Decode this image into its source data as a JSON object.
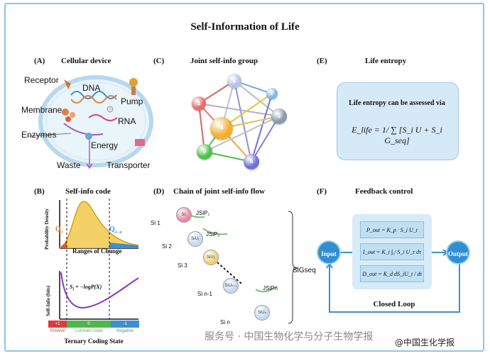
{
  "title": "Self-Information of Life",
  "panel_a": {
    "label": "(A)",
    "title": "Cellular device",
    "labels": {
      "receptor": "Receptor",
      "dna": "DNA",
      "pump": "Pump",
      "membrane": "Membrane",
      "rna": "RNA",
      "enzymes": "Enzymes",
      "energy": "Energy",
      "waste": "Waste",
      "transporter": "Transporter"
    }
  },
  "panel_b": {
    "label": "(B)",
    "title": "Self-info code",
    "ylabel_top": "Probability Density",
    "xlabel_top": "Ranges of Change",
    "q_left": "Q",
    "q_right": "Q",
    "q_left_sub": "1",
    "q_right_sub": "1−α",
    "ylabel_bottom": "Self-Info (bits)",
    "formula": "S",
    "formula_sub": "i",
    "formula_rest": " = −logP(X)",
    "states": {
      "positive_val": "+1",
      "positive": "Positive",
      "constant_val": "0",
      "constant": "Constant State",
      "negative_val": "-1",
      "negative": "Negative"
    },
    "footer": "Ternary Coding State"
  },
  "panel_c": {
    "label": "(C)",
    "title": "Joint self-info group",
    "nodes": [
      {
        "id": "2",
        "text": "2",
        "color": "#b9c3ea"
      },
      {
        "id": "1",
        "text": "1",
        "color": "#e86b6b"
      },
      {
        "id": "7",
        "text": "7",
        "color": "#7fb8e6"
      },
      {
        "id": "4",
        "text": "4",
        "color": "#f0b030"
      },
      {
        "id": "3",
        "text": "3",
        "color": "#8a9aa8"
      },
      {
        "id": "5",
        "text": "5",
        "color": "#4fc04a"
      },
      {
        "id": "6",
        "text": "6",
        "color": "#7070d8"
      }
    ]
  },
  "panel_d": {
    "label": "(D)",
    "title": "Chain of joint self-info flow",
    "items": [
      {
        "name": "Si 1",
        "sub": "Si₁",
        "jsip": "JSiP₁"
      },
      {
        "name": "Si 2",
        "sub": "SiU₁",
        "jsip": "JSiP₂"
      },
      {
        "name": "Si 3",
        "sub": "SiU₂",
        "jsip": ""
      },
      {
        "name": "Si n-1",
        "sub": "SiUₙ₋₁",
        "jsip": "JSiPn"
      },
      {
        "name": "Si n",
        "sub": "SiUₙ",
        "jsip": ""
      }
    ],
    "sum_label": "SiGseq"
  },
  "panel_e": {
    "label": "(E)",
    "title": "Life entropy",
    "text": "Life entropy can be assessed via",
    "equation": "E_life = 1/ ∑ [S_i U + S_i G_seq]"
  },
  "panel_f": {
    "label": "(F)",
    "title": "Feedback control",
    "input": "Input",
    "output": "Output",
    "p_out": "P_out = K_p · S_i U_t",
    "i_out": "I_out = K_i ∫₀ᵗ S_i U_τ dτ",
    "d_out": "D_out = K_d dS_iU_t / dt",
    "loop": "Closed Loop"
  },
  "watermark": {
    "text1": "服务号 · 中国生物化学与分子生物学报",
    "text2": "@中国生化学报"
  }
}
